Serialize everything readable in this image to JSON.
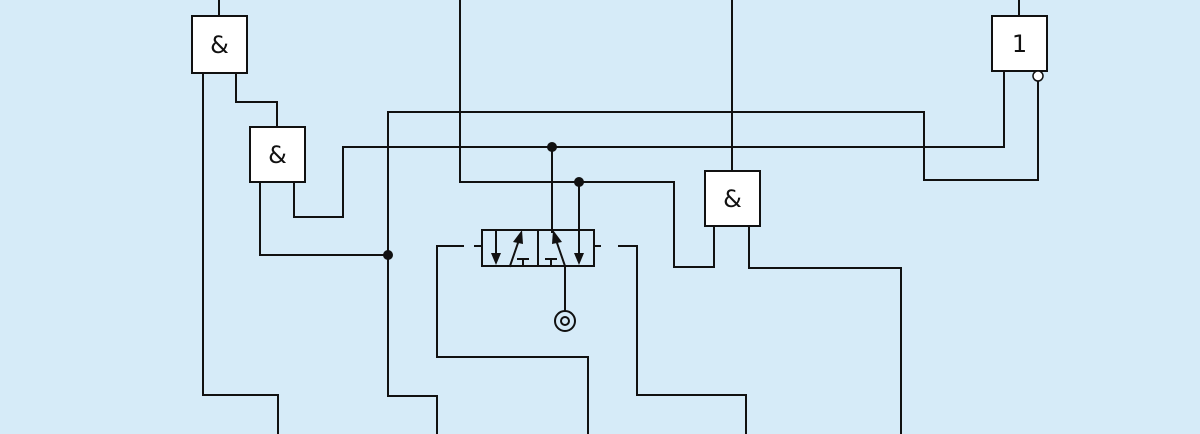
{
  "diagram": {
    "type": "pneumatic-logic-circuit",
    "colors": {
      "background": "#d6ebf8",
      "line": "#111111",
      "gate_fill": "#ffffff"
    },
    "gates": [
      {
        "id": "and-gate-1",
        "symbol": "&"
      },
      {
        "id": "and-gate-2",
        "symbol": "&"
      },
      {
        "id": "and-gate-3",
        "symbol": "&"
      },
      {
        "id": "or-gate-1",
        "symbol": "1",
        "negated_input": true
      }
    ],
    "components": [
      {
        "id": "directional-valve",
        "type": "4/2-way valve",
        "positions": 2
      },
      {
        "id": "pressure-source",
        "type": "pressure source symbol"
      }
    ],
    "junctions": 3
  }
}
